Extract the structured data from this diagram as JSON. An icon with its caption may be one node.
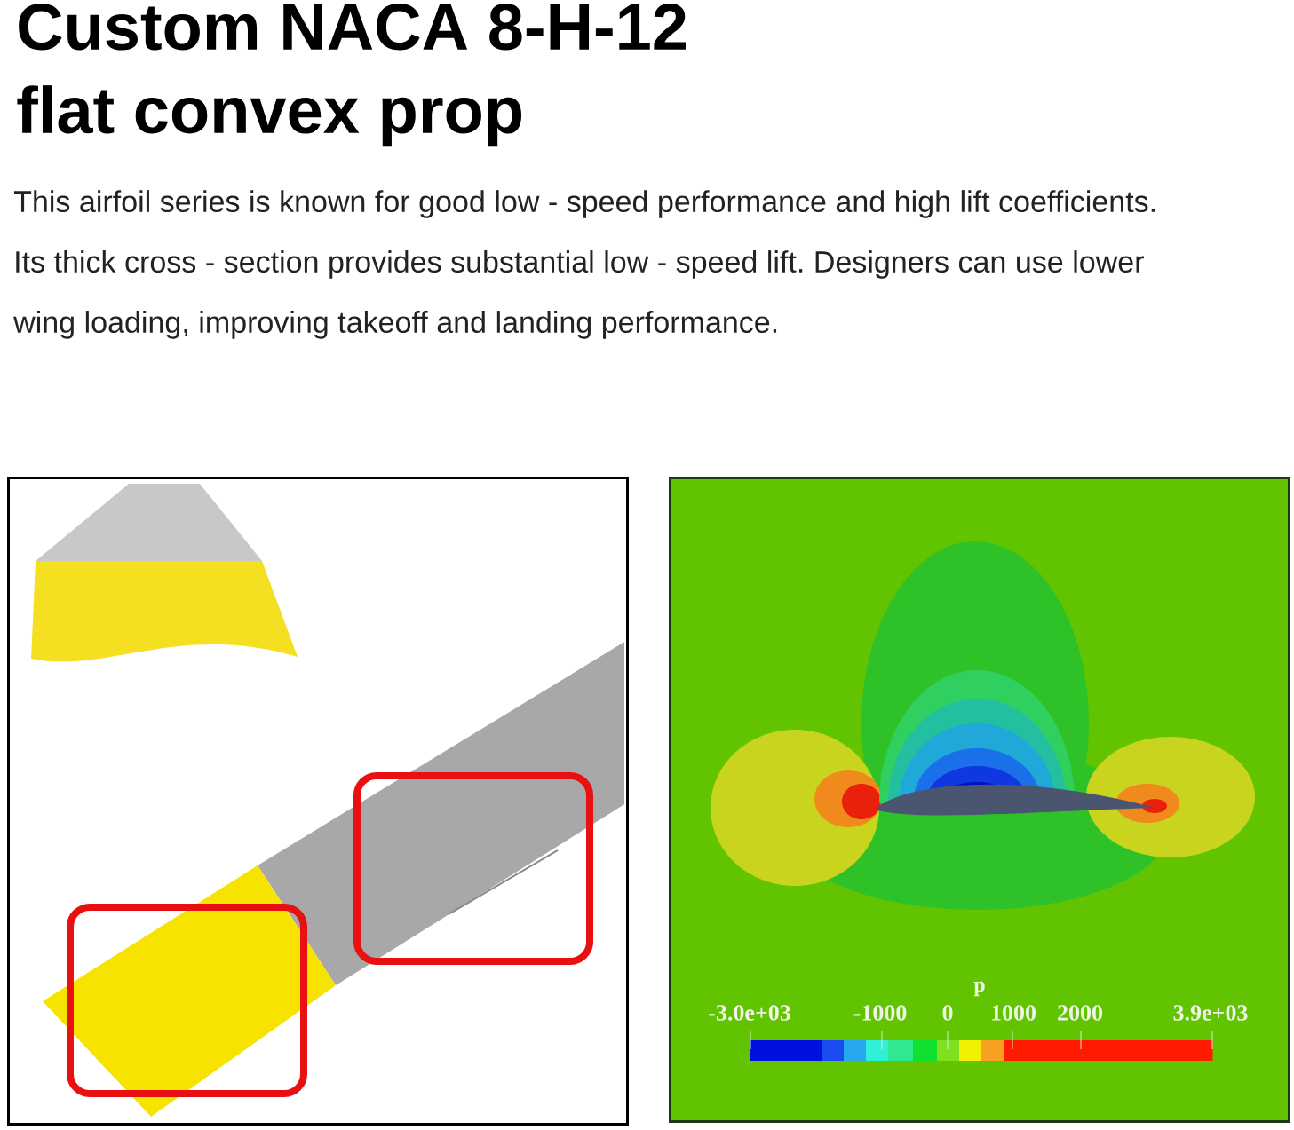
{
  "diagram": {
    "title": "Custom NACA 8-H-12 flat convex prop",
    "nodes": [
      {
        "text": [],
        "shape": "picture"
      },
      {
        "text": [],
        "shape": "picture"
      }
    ],
    "labels": [
      "This airfoil series is known for good low - speed performance and high lift coefficients. Its thick cross - section provides substantial low - speed lift. Designers can use lower wing loading, improving takeoff and landing performance.",
      "p",
      "-3.0e+03",
      "-1000",
      "0",
      "1000",
      "2000",
      "3.9e+03"
    ]
  }
}
